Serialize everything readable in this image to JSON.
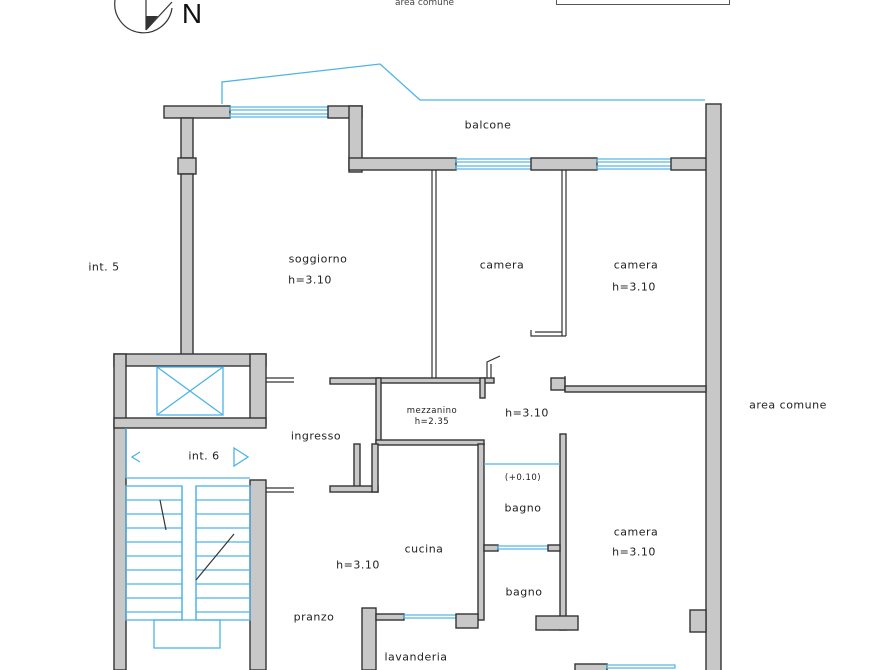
{
  "header": {
    "north_label": "N",
    "top_text": "area comune"
  },
  "rooms": {
    "balcone": "balcone",
    "soggiorno": "soggiorno",
    "soggiorno_h": "h=3.10",
    "camera1": "camera",
    "camera2": "camera",
    "camera2_h": "h=3.10",
    "int5": "int. 5",
    "int6": "int. 6",
    "area_comune": "area comune",
    "ingresso": "ingresso",
    "mezzanino": "mezzanino",
    "mezzanino_h": "h=2.35",
    "corridoio_h": "h=3.10",
    "quota": "(+0.10)",
    "bagno1": "bagno",
    "bagno2": "bagno",
    "cucina": "cucina",
    "cucina_h": "h=3.10",
    "camera3": "camera",
    "camera3_h": "h=3.10",
    "pranzo": "pranzo",
    "lavanderia": "lavanderia"
  },
  "colors": {
    "wall_fill": "#c8c8c8",
    "wall_stroke": "#333333",
    "window_color": "#4fb3e6",
    "text_color": "#222222"
  }
}
